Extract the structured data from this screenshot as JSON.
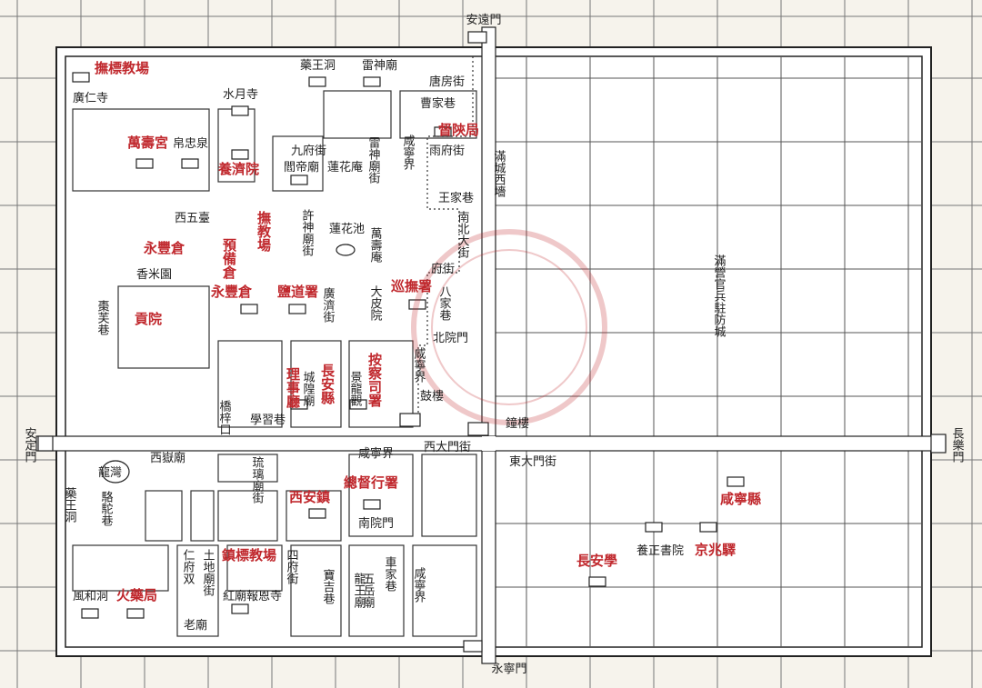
{
  "gates": {
    "north": "安遠門",
    "south": "永寧門",
    "west": "安定門",
    "east": "長樂門"
  },
  "labels_black": [
    "廣仁寺",
    "水月寺",
    "雷神廟",
    "藥王洞",
    "唐房街",
    "曹家巷",
    "九府街",
    "蓮花庵",
    "閻帝廟",
    "雷神廟街",
    "咸寧界",
    "雨府街",
    "王家巷",
    "帛忠泉",
    "西五臺",
    "香米園",
    "棗芙巷",
    "許神廟街",
    "蓮花池",
    "萬壽庵",
    "南北大街",
    "府街",
    "大皮院",
    "八家巷",
    "廣濟街",
    "北院門",
    "咸寧界",
    "鼓樓",
    "景龍觀",
    "城隍廟",
    "學習巷",
    "橋梓口",
    "鐘樓",
    "西大門街",
    "東大門街",
    "咸寧界",
    "西嶽廟",
    "琉璃廟街",
    "龍灣",
    "駱駝巷",
    "藥王洞",
    "南院門",
    "土地廟街",
    "仁府双",
    "四府街",
    "寶吉巷",
    "五岳廟",
    "車家巷",
    "龍王廟",
    "咸寧界",
    "風和洞",
    "紅廟報恩寺",
    "老廟",
    "養正書院",
    "滿城西墻",
    "滿營官兵駐防城"
  ],
  "labels_red": [
    "撫標教場",
    "萬壽宮",
    "養濟院",
    "撫教場",
    "永豐倉",
    "預備倉",
    "永豐倉",
    "鹽道署",
    "貢院",
    "巡撫署",
    "按察司署",
    "長安縣",
    "理事廳",
    "西安鎮",
    "總督行署",
    "鎮標教場",
    "火藥局",
    "長安學",
    "京兆驛",
    "咸寧縣",
    "督陝局"
  ]
}
